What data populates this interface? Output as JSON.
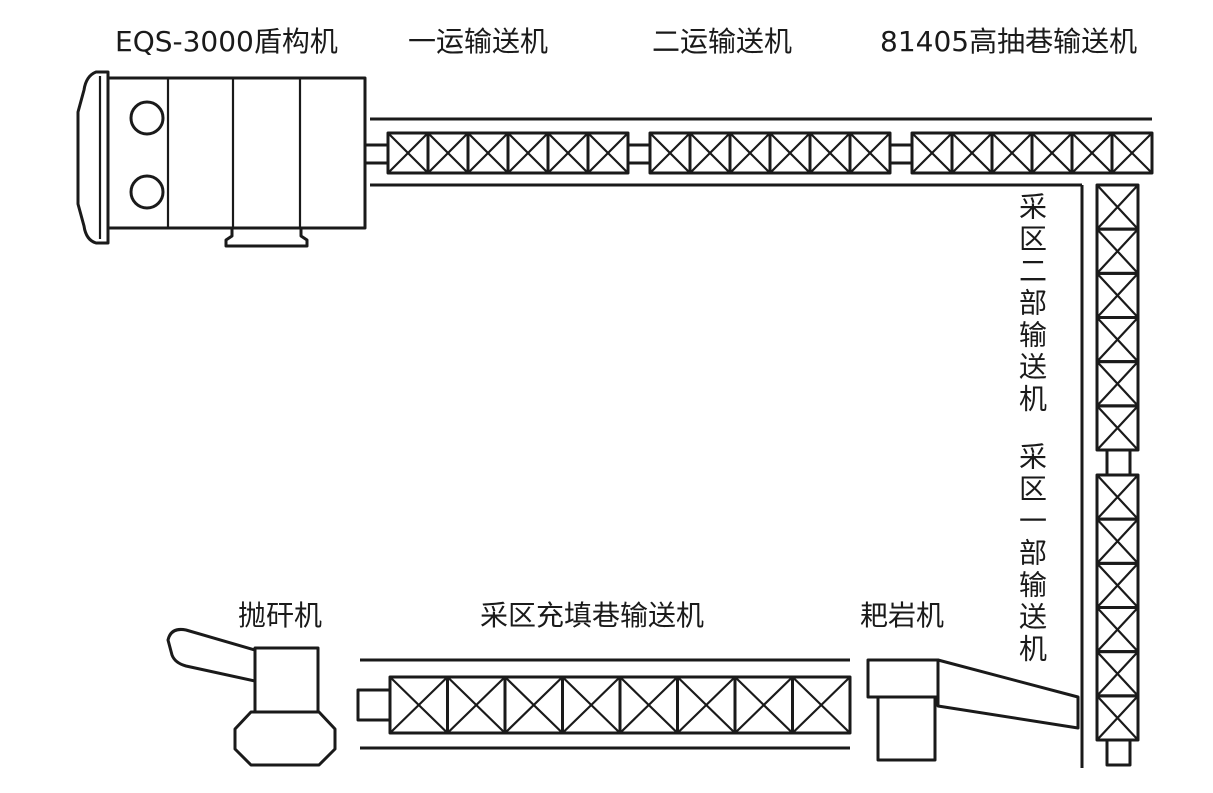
{
  "labels": {
    "shield_machine": "EQS-3000盾构机",
    "conveyor_1": "一运输送机",
    "conveyor_2": "二运输送机",
    "conveyor_81405": "81405高抽巷输送机",
    "mining_area_conveyor_2": "采区二部输送机",
    "mining_area_conveyor_1": "采区一部输送机",
    "gangue_thrower": "抛矸机",
    "filling_roadway_conveyor": "采区充填巷输送机",
    "rock_rake": "耙岩机"
  },
  "colors": {
    "ink": "#1a1a1a",
    "paper": "#ffffff"
  }
}
